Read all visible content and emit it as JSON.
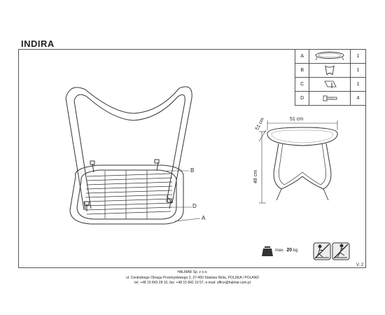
{
  "product": {
    "name": "INDIRA"
  },
  "parts": [
    {
      "key": "A",
      "qty": "1",
      "icon": "seat-icon"
    },
    {
      "key": "B",
      "qty": "1",
      "icon": "leg-frame-icon"
    },
    {
      "key": "C",
      "qty": "1",
      "icon": "allen-key-icon"
    },
    {
      "key": "D",
      "qty": "4",
      "icon": "bolt-icon"
    }
  ],
  "callouts": {
    "b": "B",
    "d": "D",
    "a": "A"
  },
  "dimensions": {
    "depth": "51 cm",
    "width": "51 cm",
    "height": "48 cm"
  },
  "max_weight": {
    "label": "max.",
    "value": "20",
    "unit": "kg"
  },
  "version": "V. 2",
  "footer": {
    "company": "HALMAR Sp. z o.o.",
    "address": "ul. Centralnego Okręgu Przemysłowego 2, 37-450 Stalowa Wola, POLSKA / POLAND",
    "contact": "tel. +48 15 843 28 10, fax: +48 15 842 19 57, e-mail: office@halmar.com.pl"
  },
  "colors": {
    "line": "#555555",
    "text": "#222222"
  }
}
